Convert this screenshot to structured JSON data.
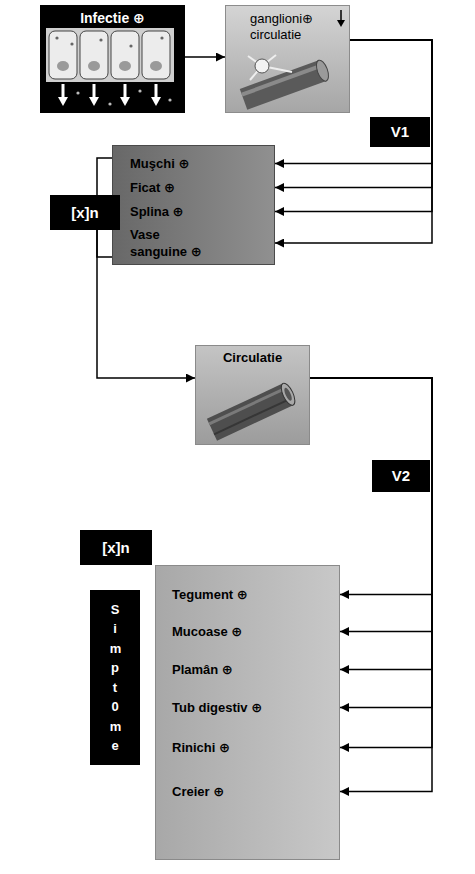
{
  "diagram": {
    "nodes": [
      {
        "text": [
          "Infectie ⊕"
        ]
      },
      {
        "text": [
          "ganglioni⊕ circulatie"
        ]
      },
      {
        "text": [
          "Muşchi ⊕",
          "Ficat ⊕",
          "Splina ⊕",
          "Vase sanguine ⊕"
        ]
      },
      {
        "text": [
          "[x]n"
        ]
      },
      {
        "text": [
          "Circulatie"
        ]
      },
      {
        "text": [
          "[x]n"
        ]
      },
      {
        "text": [
          "Tegument ⊕",
          "Mucoase ⊕",
          "Plamân ⊕",
          "Tub digestiv ⊕",
          "Rinichi ⊕",
          "Creier ⊕"
        ]
      },
      {
        "text": [
          "Simpt0me"
        ]
      }
    ],
    "edges": [
      {
        "from": 0,
        "to": 1,
        "arrow": "to"
      },
      {
        "from": 1,
        "to": 2,
        "arrow": "to"
      },
      {
        "from": 1,
        "to": 2,
        "arrow": "to"
      },
      {
        "from": 1,
        "to": 2,
        "arrow": "to"
      },
      {
        "from": 1,
        "to": 2,
        "arrow": "to"
      },
      {
        "from": 2,
        "to": 3,
        "arrow": "none"
      },
      {
        "from": 2,
        "to": 3,
        "arrow": "none"
      },
      {
        "from": 3,
        "to": 4,
        "arrow": "to"
      },
      {
        "from": 4,
        "to": 6,
        "arrow": "to"
      },
      {
        "from": 4,
        "to": 6,
        "arrow": "to"
      },
      {
        "from": 4,
        "to": 6,
        "arrow": "to"
      },
      {
        "from": 4,
        "to": 6,
        "arrow": "to"
      },
      {
        "from": 4,
        "to": 6,
        "arrow": "to"
      },
      {
        "from": 4,
        "to": 6,
        "arrow": "to"
      }
    ],
    "labels": [
      "V1",
      "V2"
    ]
  }
}
